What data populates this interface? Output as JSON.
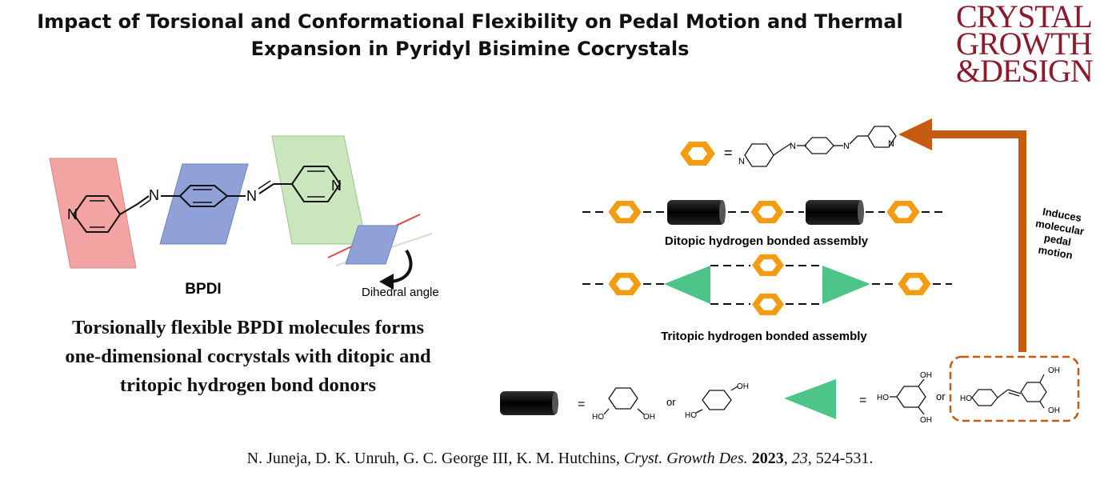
{
  "title_line1": "Impact of Torsional and Conformational Flexibility on Pedal Motion and Thermal",
  "title_line2": "Expansion in Pyridyl Bisimine Cocrystals",
  "logo": {
    "line1": "CRYSTAL",
    "line2": "GROWTH",
    "line3": "&DESIGN"
  },
  "left_panel": {
    "molecule_label": "BPDI",
    "dihedral_label": "Dihedral angle",
    "atom_N": "N",
    "description": [
      "Torsionally flexible BPDI molecules forms",
      "one-dimensional cocrystals with ditopic and",
      "tritopic hydrogen bond donors"
    ]
  },
  "right_panel": {
    "equals": "=",
    "ditopic_caption": "Ditopic hydrogen bonded assembly",
    "tritopic_caption": "Tritopic hydrogen bonded assembly",
    "arrow_label": [
      "Induces",
      "molecular",
      "pedal",
      "motion"
    ],
    "or": "or",
    "oh": "OH",
    "ho": "HO"
  },
  "citation": {
    "authors": "N. Juneja, D. K. Unruh, G. C. George III, K. M. Hutchins, ",
    "journal": "Cryst. Growth Des.",
    "year": "2023",
    "volume": "23",
    "pages": ", 524-531."
  },
  "colors": {
    "orange": "#f39c12",
    "arrow_brown": "#c55a11",
    "green": "#4dc588",
    "pink_plane": "#f4a3a3",
    "blue_plane": "#8fa1d6",
    "green_plane": "#c9e6bd",
    "logo": "#8b1a2b"
  }
}
